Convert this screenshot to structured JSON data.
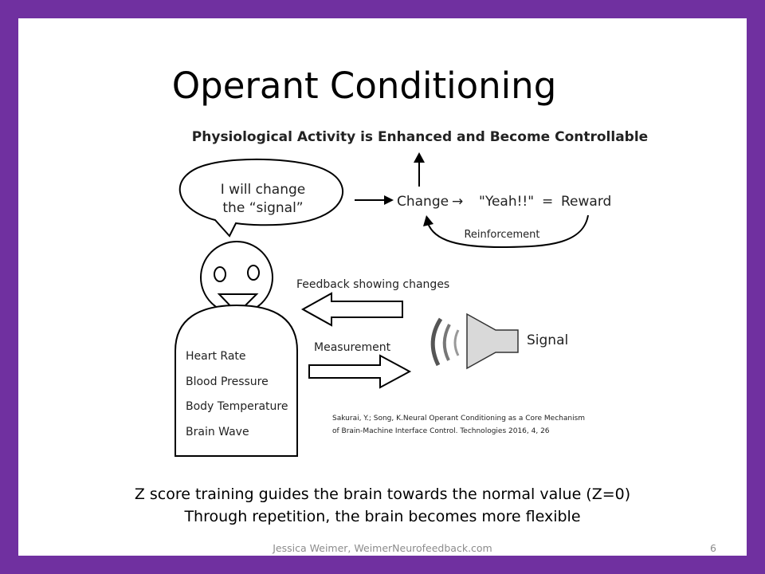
{
  "slide": {
    "title": "Operant Conditioning",
    "diagram": {
      "top_caption": "Physiological Activity is Enhanced and Become Controllable",
      "speech_bubble": [
        "I will change",
        "the “signal”"
      ],
      "change": "Change",
      "arrow_symbol": "→",
      "yeah": "\"Yeah!!\"",
      "equals": "=",
      "reward": "Reward",
      "reinforcement": "Reinforcement",
      "feedback_label": "Feedback showing changes",
      "measurement_label": "Measurement",
      "signal_label": "Signal",
      "body_items": [
        "Heart Rate",
        "Blood Pressure",
        "Body Temperature",
        "Brain Wave"
      ],
      "citation": [
        "Sakurai, Y.; Song, K.Neural Operant Conditioning as a Core Mechanism",
        "of Brain-Machine Interface Control. Technologies 2016, 4, 26"
      ]
    },
    "body_lines": [
      "Z score training guides the brain towards the normal value (Z=0)",
      "Through repetition, the brain becomes more flexible"
    ],
    "footer": "Jessica Weimer, WeimerNeurofeedback.com",
    "page_number": "6"
  },
  "colors": {
    "frame": "#7030a0",
    "background": "#ffffff",
    "footer_text": "#8c8c8c"
  }
}
